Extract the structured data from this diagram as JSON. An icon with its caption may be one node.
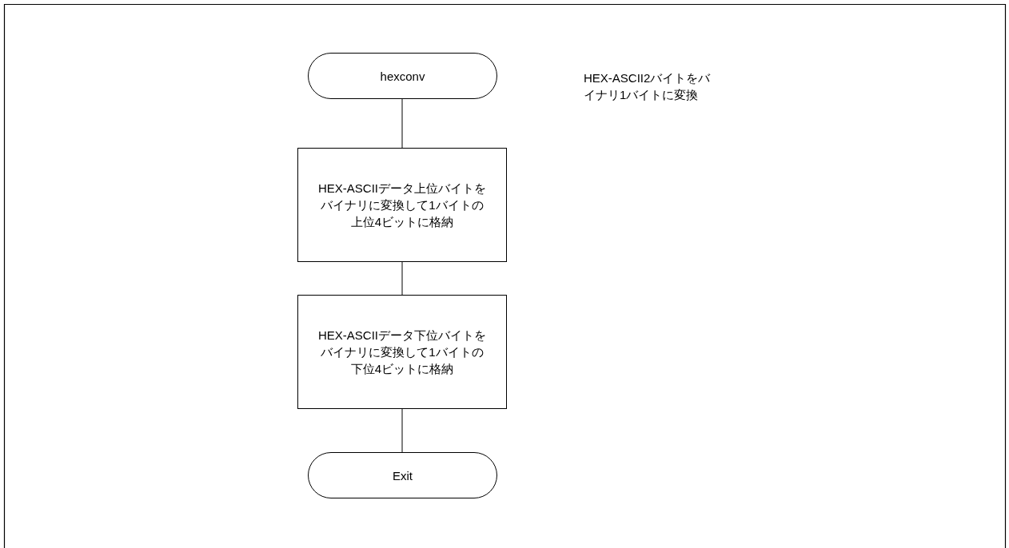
{
  "diagram": {
    "nodes": [
      {
        "text": [
          "hexconv"
        ]
      },
      {
        "text": [
          "HEX-ASCIIデータ上位バイトをバイナリに変換して1バイトの上位4ビットに格納"
        ]
      },
      {
        "text": [
          "HEX-ASCIIデータ下位バイトをバイナリに変換して1バイトの下位4ビットに格納"
        ]
      },
      {
        "text": [
          "Exit"
        ]
      }
    ],
    "edges": [
      {
        "from": 0,
        "to": 1,
        "arrow": "none"
      },
      {
        "from": 1,
        "to": 2,
        "arrow": "none"
      },
      {
        "from": 2,
        "to": 3,
        "arrow": "none"
      }
    ],
    "labels": [
      "HEX-ASCII2バイトをバイナリ1バイトに変換"
    ]
  }
}
